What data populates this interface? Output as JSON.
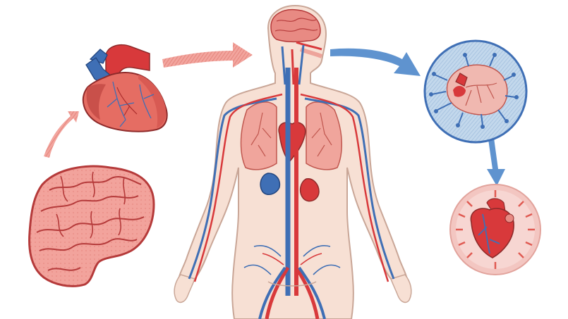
{
  "diagram": {
    "panels": [
      {
        "name": "heart",
        "icon": "anatomical-heart-icon"
      },
      {
        "name": "brain",
        "icon": "brain-icon"
      },
      {
        "name": "human-body",
        "icon": "circulatory-system-body-icon"
      },
      {
        "name": "heart-zoom-blue-circle",
        "icon": "heart-in-blue-circle-icon"
      },
      {
        "name": "heart-zoom-red-circle",
        "icon": "heart-in-red-circle-icon"
      }
    ],
    "arrows": [
      {
        "from": "brain",
        "to": "heart",
        "color": "#e8877f"
      },
      {
        "from": "heart",
        "to": "human-body",
        "color": "#e8877f"
      },
      {
        "from": "human-body",
        "to": "heart-zoom-blue-circle",
        "color": "#5f93cf"
      },
      {
        "from": "heart-zoom-blue-circle",
        "to": "heart-zoom-red-circle",
        "color": "#5f93cf"
      }
    ]
  },
  "colors": {
    "artery": "#d8393b",
    "vein": "#3f6fb5",
    "skin": "#f7e0d4",
    "skin_outline": "#c9a697",
    "organ": "#e56d63",
    "organ_dark": "#b8453f",
    "lung": "#f0a59c",
    "brain": "#f0a09a",
    "brain_outline": "#b53a3a",
    "blue_circle": "#b5cfe8",
    "red_circle": "#f3c6c1"
  }
}
